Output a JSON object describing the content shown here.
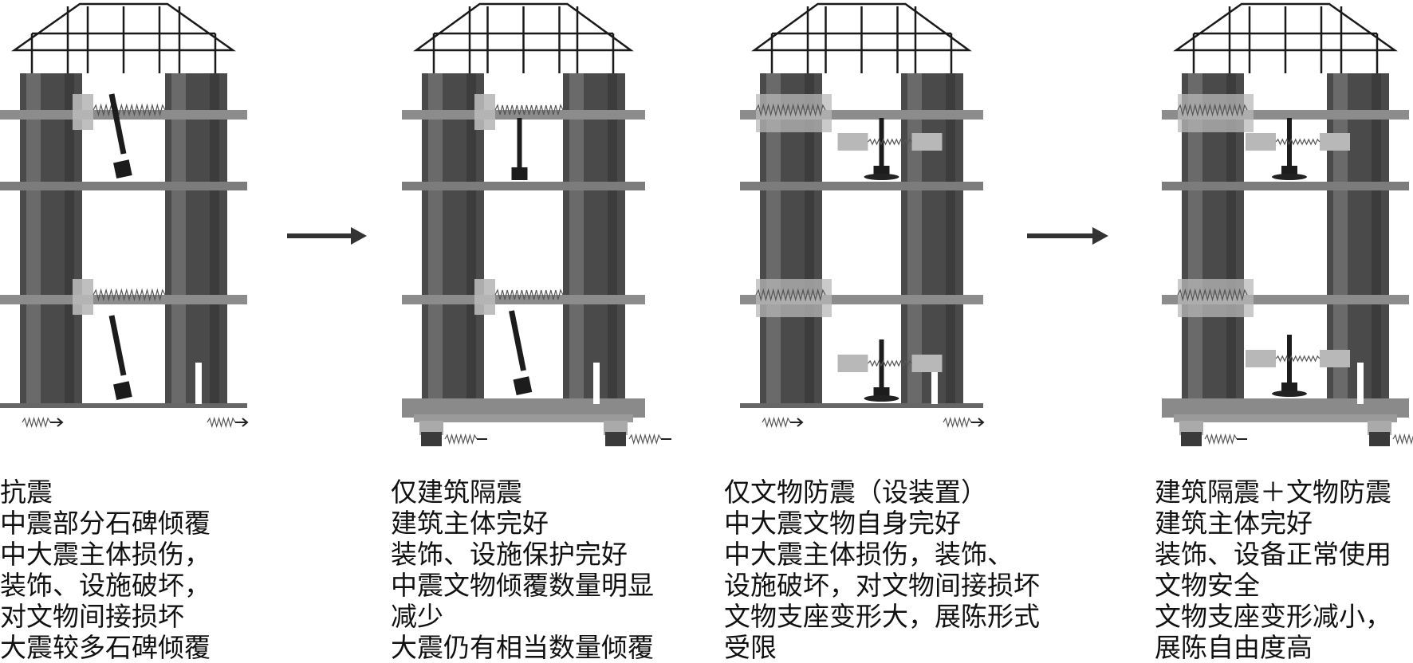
{
  "colors": {
    "column": "#4a4a4a",
    "column_light": "#6a6a6a",
    "beam": "#7c7c7c",
    "isolator": "#b8b8b8",
    "roof": "#1a1a1a",
    "artifact": "#1c1c1c",
    "arrow": "#333333",
    "text": "#111111"
  },
  "panels": [
    {
      "id": "seismic-resistance",
      "lines": [
        "抗震",
        "中震部分石碑倾覆",
        "中大震主体损伤，",
        "装饰、设施破坏，",
        "对文物间接损坏",
        "大震较多石碑倾覆"
      ]
    },
    {
      "id": "building-isolation-only",
      "lines": [
        "仅建筑隔震",
        "建筑主体完好",
        "装饰、设施保护完好",
        "中震文物倾覆数量明显",
        "减少",
        "大震仍有相当数量倾覆"
      ]
    },
    {
      "id": "artifact-isolation-only",
      "lines": [
        "仅文物防震（设装置）",
        "中大震文物自身完好",
        "中大震主体损伤，装饰、",
        "设施破坏，对文物间接损坏",
        "文物支座变形大，展陈形式",
        "受限"
      ]
    },
    {
      "id": "combined-isolation",
      "lines": [
        "建筑隔震＋文物防震",
        "建筑主体完好",
        "装饰、设备正常使用",
        "文物安全",
        "文物支座变形减小，",
        "展陈自由度高"
      ]
    }
  ],
  "arrows": [
    {
      "from": "seismic-resistance",
      "to": "building-isolation-only"
    },
    {
      "from": "artifact-isolation-only",
      "to": "combined-isolation"
    }
  ]
}
